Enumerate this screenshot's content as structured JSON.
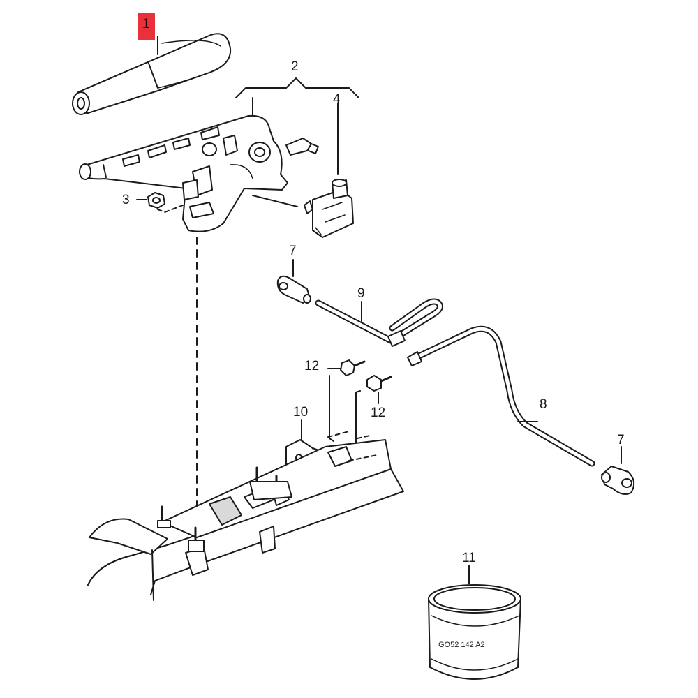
{
  "callouts": {
    "c1": "1",
    "c2": "2",
    "c3": "3",
    "c4": "4",
    "c7a": "7",
    "c7b": "7",
    "c8": "8",
    "c9": "9",
    "c10": "10",
    "c11": "11",
    "c12a": "12",
    "c12b": "12"
  },
  "part11_label": "GO52 142 A2",
  "colors": {
    "highlight": "#e8313a",
    "line": "#1a1a1a",
    "fill": "#ffffff",
    "shade": "#d9d9d9"
  }
}
